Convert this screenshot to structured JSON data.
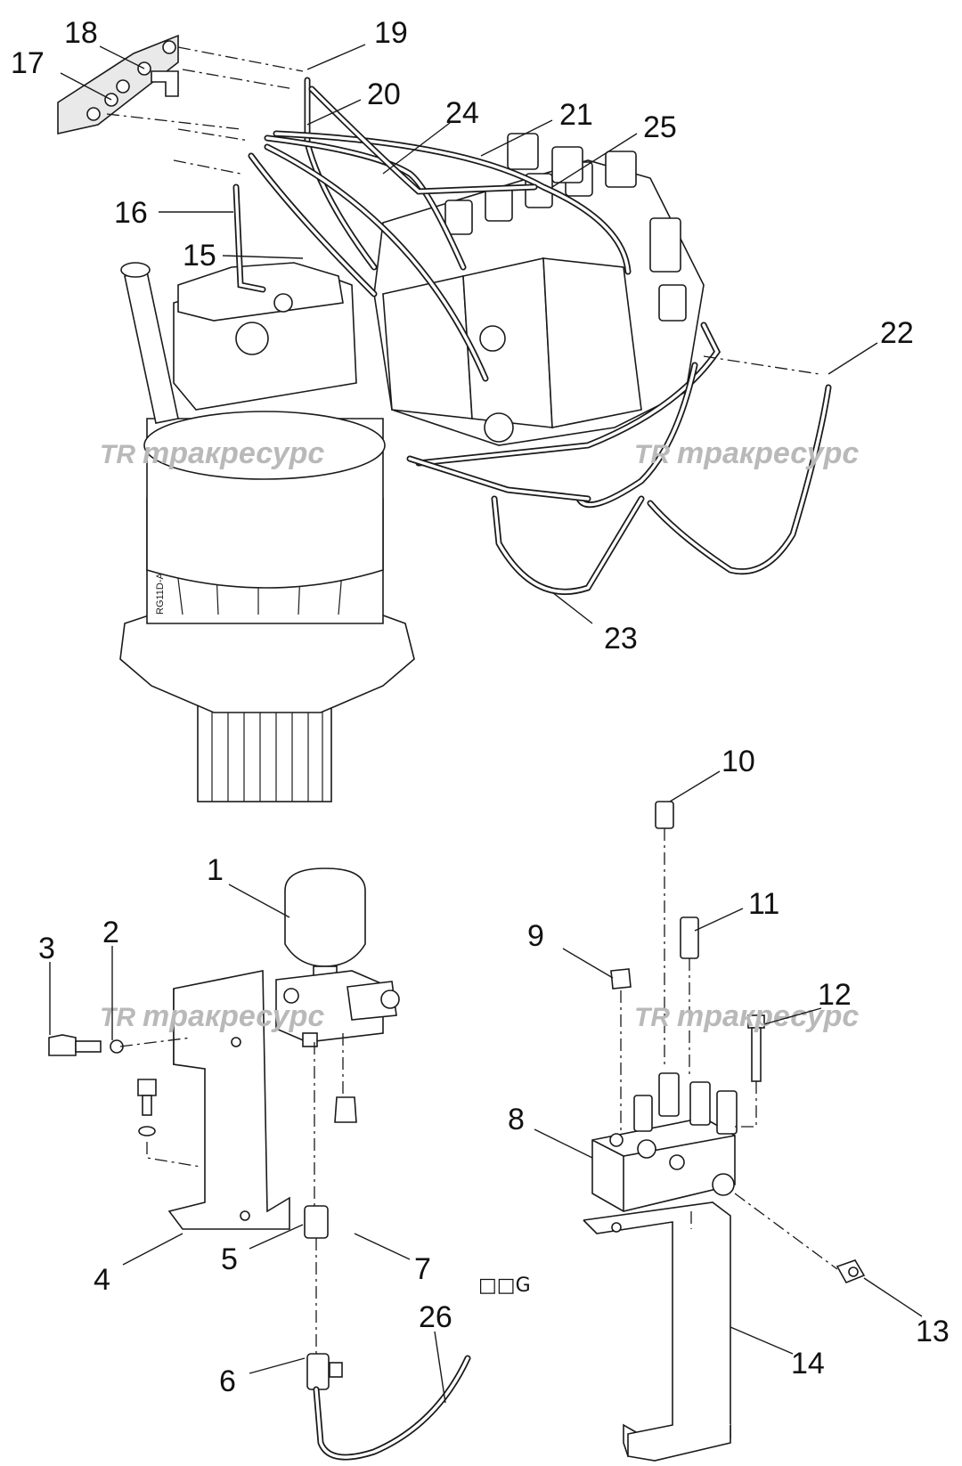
{
  "callouts": [
    {
      "n": "1"
    },
    {
      "n": "2"
    },
    {
      "n": "3"
    },
    {
      "n": "4"
    },
    {
      "n": "5"
    },
    {
      "n": "6"
    },
    {
      "n": "7"
    },
    {
      "n": "8"
    },
    {
      "n": "9"
    },
    {
      "n": "10"
    },
    {
      "n": "11"
    },
    {
      "n": "12"
    },
    {
      "n": "13"
    },
    {
      "n": "14"
    },
    {
      "n": "15"
    },
    {
      "n": "16"
    },
    {
      "n": "17"
    },
    {
      "n": "18"
    },
    {
      "n": "19"
    },
    {
      "n": "20"
    },
    {
      "n": "21"
    },
    {
      "n": "22"
    },
    {
      "n": "23"
    },
    {
      "n": "24"
    },
    {
      "n": "25"
    },
    {
      "n": "26"
    }
  ],
  "watermark": {
    "logo": "TR",
    "text": "тракресурс"
  },
  "stray_text": "□□G",
  "motor_label": "RG11D-A",
  "colors": {
    "line": "#1a1a1a",
    "watermark": "#b9b9b9",
    "background": "#ffffff"
  }
}
